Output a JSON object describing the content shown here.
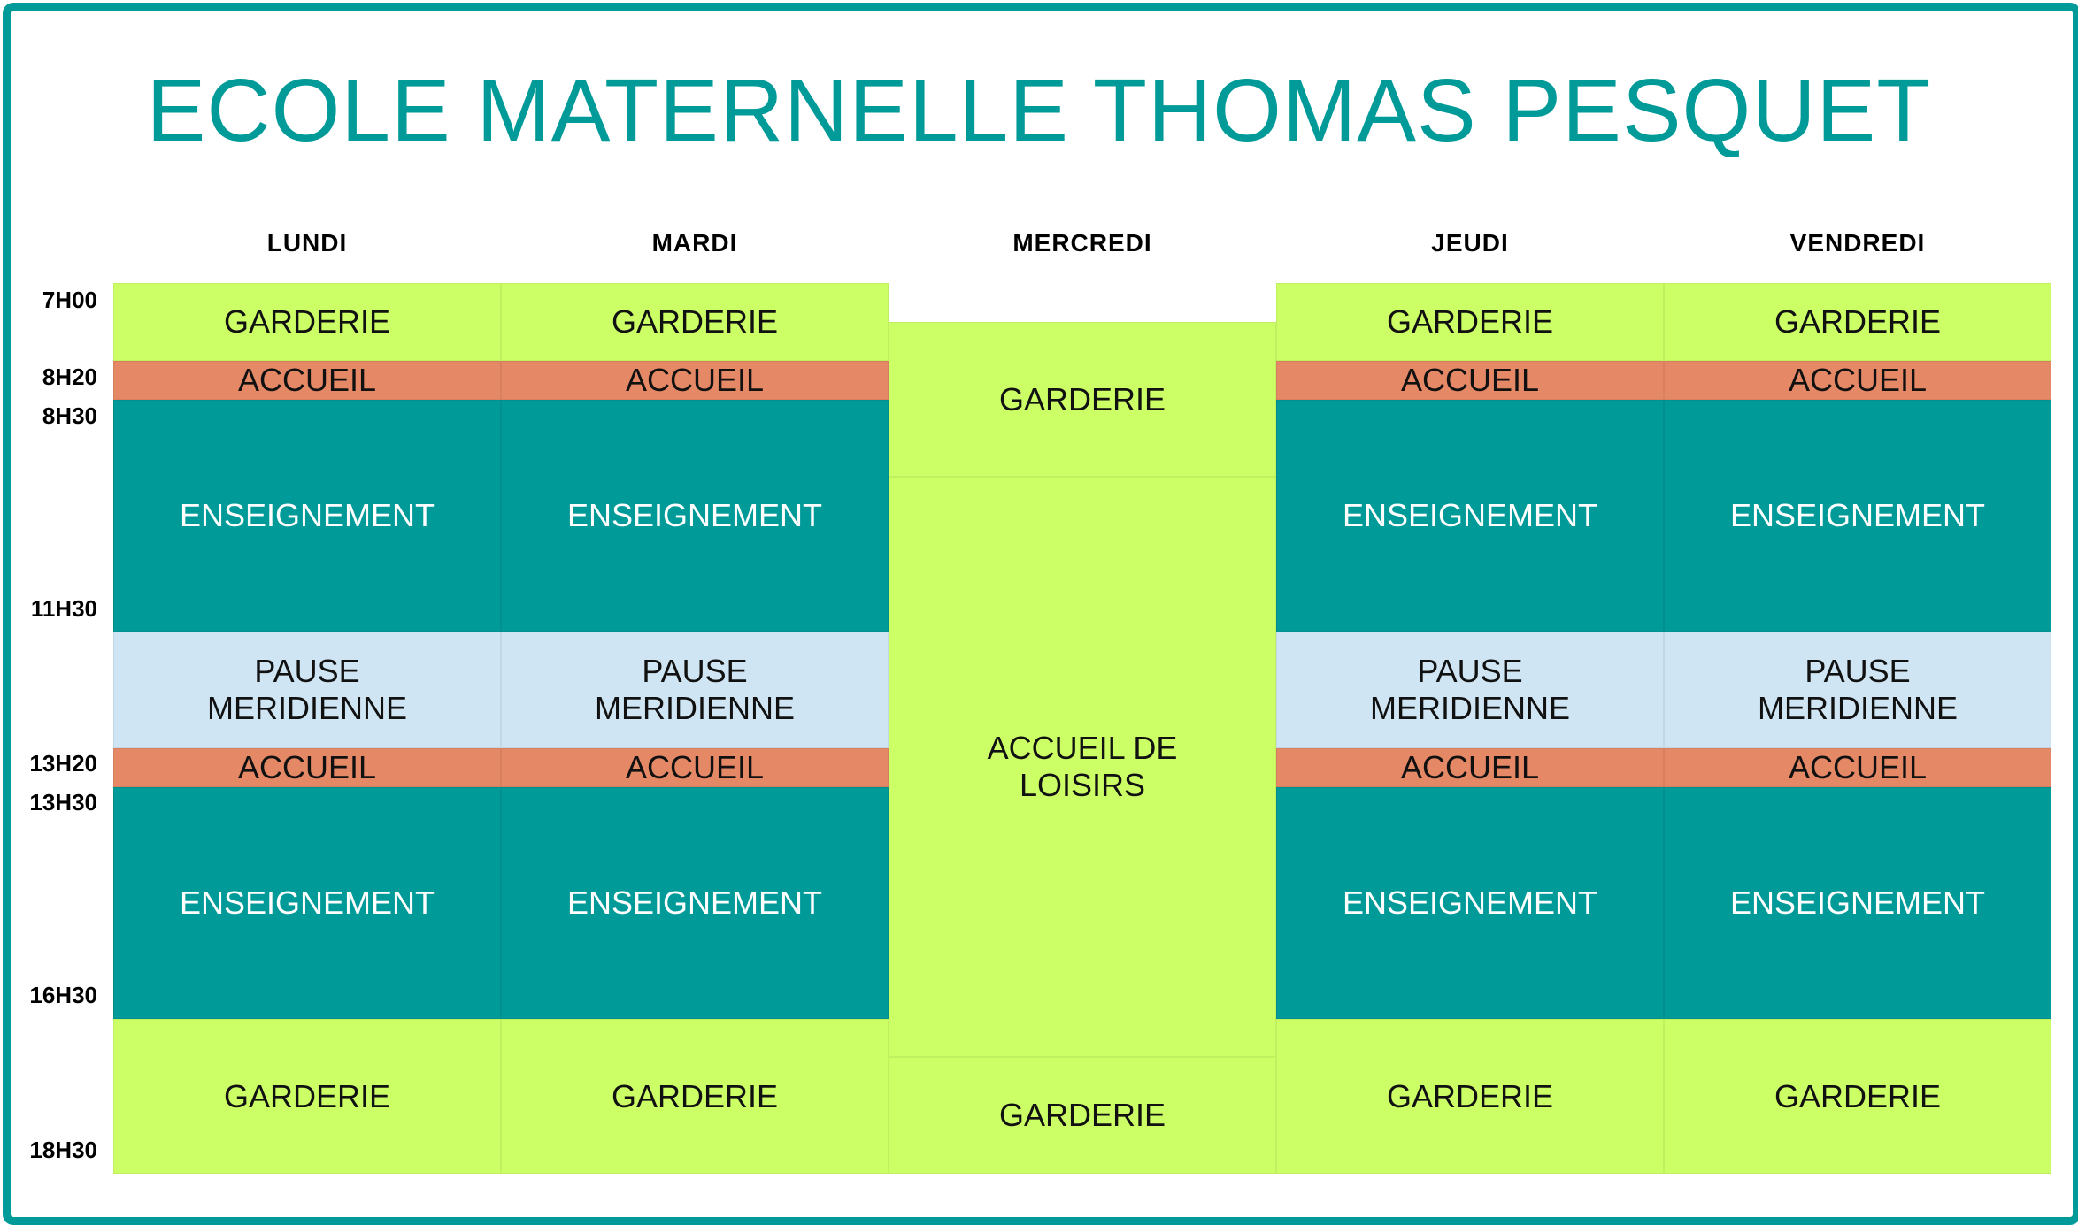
{
  "title": "ECOLE MATERNELLE THOMAS PESQUET",
  "colors": {
    "frame": "#009a98",
    "garderie": "#ccff66",
    "accueil": "#e58866",
    "enseignement": "#009a98",
    "pause": "#cfe5f3"
  },
  "days": [
    "LUNDI",
    "MARDI",
    "MERCREDI",
    "JEUDI",
    "VENDREDI"
  ],
  "times": [
    "7H00",
    "8H20",
    "8H30",
    "11H30",
    "13H20",
    "13H30",
    "16H30",
    "18H30"
  ],
  "labels": {
    "garderie": "GARDERIE",
    "accueil": "ACCUEIL",
    "enseignement": "ENSEIGNEMENT",
    "pause": "PAUSE\nMERIDIENNE",
    "loisirs": "ACCUEIL DE\nLOISIRS"
  }
}
